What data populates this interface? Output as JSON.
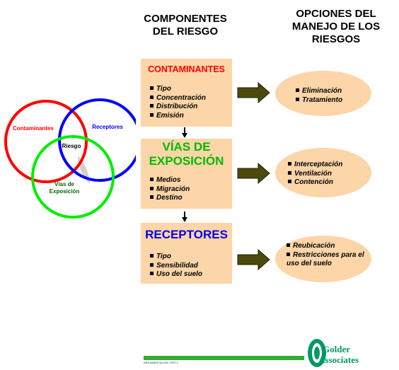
{
  "headers": {
    "components": "COMPONENTES DEL RIESGO",
    "options": "OPCIONES DEL MANEJO DE LOS RIESGOS"
  },
  "venn": {
    "contaminants": "Contaminantes",
    "receptors": "Receptores",
    "risk": "Riesgo",
    "pathways": "Vías de Exposición",
    "colors": {
      "contaminants": "#ff0000",
      "receptors": "#0000ff",
      "pathways": "#00ee00",
      "overlap": "#d0d0d0"
    }
  },
  "components": [
    {
      "title": "CONTAMINANTES",
      "title_color": "#ff0000",
      "items": [
        "Tipo",
        "Concentración",
        "Distribución",
        "Emisión"
      ]
    },
    {
      "title": "VÍAS DE EXPOSICIÓN",
      "title_color": "#00bb00",
      "items": [
        "Medios",
        "Migración",
        "Destino"
      ]
    },
    {
      "title": "RECEPTORES",
      "title_color": "#0000ee",
      "items": [
        "Tipo",
        "Sensibilidad",
        "Uso del suelo"
      ]
    }
  ],
  "options": [
    {
      "items": [
        "Eliminación",
        "Tratamiento"
      ]
    },
    {
      "items": [
        "Interceptación",
        "Ventilación",
        "Contención"
      ]
    },
    {
      "items": [
        "Reubicación",
        "Restricciones para el uso del suelo"
      ]
    }
  ],
  "footer": {
    "small_text": "ARGUMENTACIÓN TIPO 1",
    "logo_line1": "Golder",
    "logo_line2": "Associates",
    "bar_color": "#33aa33"
  },
  "colors": {
    "box_fill": "#fcd5a8",
    "arrow_fill": "#4a4a0e"
  }
}
